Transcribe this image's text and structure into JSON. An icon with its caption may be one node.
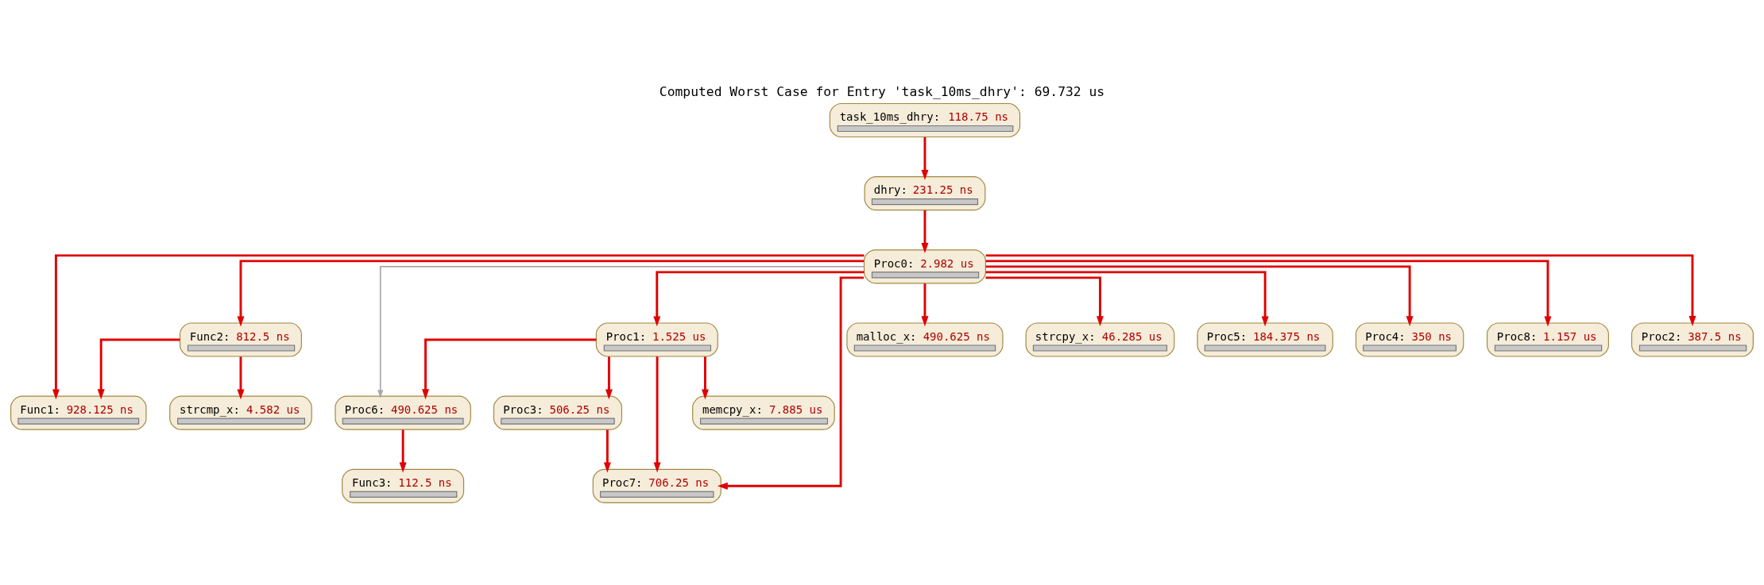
{
  "diagram": {
    "title": "Computed Worst Case for Entry 'task_10ms_dhry': 69.732 us",
    "nodes": [
      {
        "text": [
          "task_10ms_dhry:",
          "118.75 ns"
        ]
      },
      {
        "text": [
          "dhry:",
          "231.25 ns"
        ]
      },
      {
        "text": [
          "Proc0:",
          "2.982 us"
        ]
      },
      {
        "text": [
          "Func2:",
          "812.5 ns"
        ]
      },
      {
        "text": [
          "Proc1:",
          "1.525 us"
        ]
      },
      {
        "text": [
          "malloc_x:",
          "490.625 ns"
        ]
      },
      {
        "text": [
          "strcpy_x:",
          "46.285 us"
        ]
      },
      {
        "text": [
          "Proc5:",
          "184.375 ns"
        ]
      },
      {
        "text": [
          "Proc4:",
          "350 ns"
        ]
      },
      {
        "text": [
          "Proc8:",
          "1.157 us"
        ]
      },
      {
        "text": [
          "Proc2:",
          "387.5 ns"
        ]
      },
      {
        "text": [
          "Func1:",
          "928.125 ns"
        ]
      },
      {
        "text": [
          "Proc6:",
          "490.625 ns"
        ]
      },
      {
        "text": [
          "strcmp_x:",
          "4.582 us"
        ]
      },
      {
        "text": [
          "Proc3:",
          "506.25 ns"
        ]
      },
      {
        "text": [
          "memcpy_x:",
          "7.885 us"
        ]
      },
      {
        "text": [
          "Func3:",
          "112.5 ns"
        ]
      },
      {
        "text": [
          "Proc7:",
          "706.25 ns"
        ]
      }
    ],
    "edges": [
      {
        "from": 0,
        "to": 1,
        "arrow": "to"
      },
      {
        "from": 1,
        "to": 2,
        "arrow": "to"
      },
      {
        "from": 2,
        "to": 17,
        "arrow": "to"
      },
      {
        "from": 2,
        "to": 11,
        "arrow": "to"
      },
      {
        "from": 2,
        "to": 12,
        "arrow": "to",
        "color": "#aaaaaa"
      },
      {
        "from": 2,
        "to": 3,
        "arrow": "to"
      },
      {
        "from": 2,
        "to": 4,
        "arrow": "to"
      },
      {
        "from": 2,
        "to": 5,
        "arrow": "to"
      },
      {
        "from": 2,
        "to": 6,
        "arrow": "to"
      },
      {
        "from": 2,
        "to": 7,
        "arrow": "to"
      },
      {
        "from": 2,
        "to": 8,
        "arrow": "to"
      },
      {
        "from": 2,
        "to": 9,
        "arrow": "to"
      },
      {
        "from": 2,
        "to": 10,
        "arrow": "to"
      },
      {
        "from": 3,
        "to": 11,
        "arrow": "to"
      },
      {
        "from": 3,
        "to": 13,
        "arrow": "to"
      },
      {
        "from": 4,
        "to": 12,
        "arrow": "to"
      },
      {
        "from": 4,
        "to": 17,
        "arrow": "to"
      },
      {
        "from": 4,
        "to": 14,
        "arrow": "to"
      },
      {
        "from": 4,
        "to": 15,
        "arrow": "to"
      },
      {
        "from": 12,
        "to": 16,
        "arrow": "to"
      },
      {
        "from": 14,
        "to": 17,
        "arrow": "to"
      }
    ]
  }
}
